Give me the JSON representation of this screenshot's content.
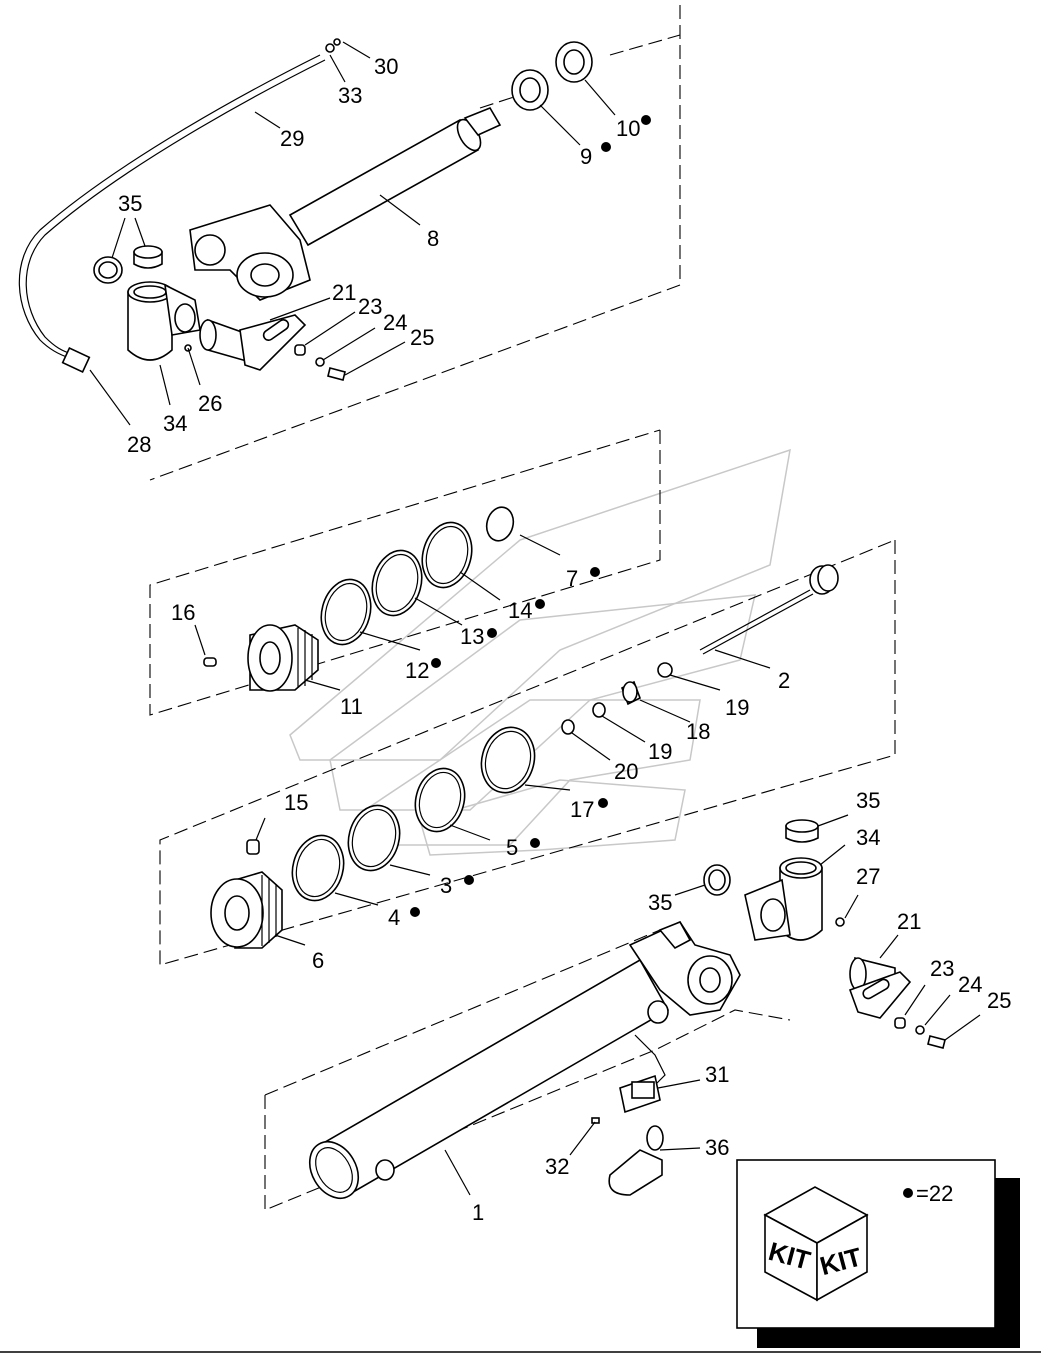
{
  "callouts": [
    {
      "id": "c30",
      "text": "30"
    },
    {
      "id": "c33",
      "text": "33"
    },
    {
      "id": "c29",
      "text": "29"
    },
    {
      "id": "c10",
      "text": "10"
    },
    {
      "id": "c9",
      "text": "9"
    },
    {
      "id": "c8",
      "text": "8"
    },
    {
      "id": "c35a",
      "text": "35"
    },
    {
      "id": "c21a",
      "text": "21"
    },
    {
      "id": "c23a",
      "text": "23"
    },
    {
      "id": "c24a",
      "text": "24"
    },
    {
      "id": "c25a",
      "text": "25"
    },
    {
      "id": "c26",
      "text": "26"
    },
    {
      "id": "c34a",
      "text": "34"
    },
    {
      "id": "c28",
      "text": "28"
    },
    {
      "id": "c7",
      "text": "7"
    },
    {
      "id": "c14",
      "text": "14"
    },
    {
      "id": "c13",
      "text": "13"
    },
    {
      "id": "c16",
      "text": "16"
    },
    {
      "id": "c12",
      "text": "12"
    },
    {
      "id": "c11",
      "text": "11"
    },
    {
      "id": "c2",
      "text": "2"
    },
    {
      "id": "c19a",
      "text": "19"
    },
    {
      "id": "c18",
      "text": "18"
    },
    {
      "id": "c19b",
      "text": "19"
    },
    {
      "id": "c20",
      "text": "20"
    },
    {
      "id": "c17",
      "text": "17"
    },
    {
      "id": "c15",
      "text": "15"
    },
    {
      "id": "c5",
      "text": "5"
    },
    {
      "id": "c3",
      "text": "3"
    },
    {
      "id": "c4",
      "text": "4"
    },
    {
      "id": "c6",
      "text": "6"
    },
    {
      "id": "c35b",
      "text": "35"
    },
    {
      "id": "c34b",
      "text": "34"
    },
    {
      "id": "c27",
      "text": "27"
    },
    {
      "id": "c35c",
      "text": "35"
    },
    {
      "id": "c21b",
      "text": "21"
    },
    {
      "id": "c23b",
      "text": "23"
    },
    {
      "id": "c24b",
      "text": "24"
    },
    {
      "id": "c25b",
      "text": "25"
    },
    {
      "id": "c31",
      "text": "31"
    },
    {
      "id": "c36",
      "text": "36"
    },
    {
      "id": "c32",
      "text": "32"
    },
    {
      "id": "c1",
      "text": "1"
    }
  ],
  "legend": {
    "kit_label_left": "KIT",
    "kit_label_right": "KIT",
    "dot_meaning": "=22"
  }
}
